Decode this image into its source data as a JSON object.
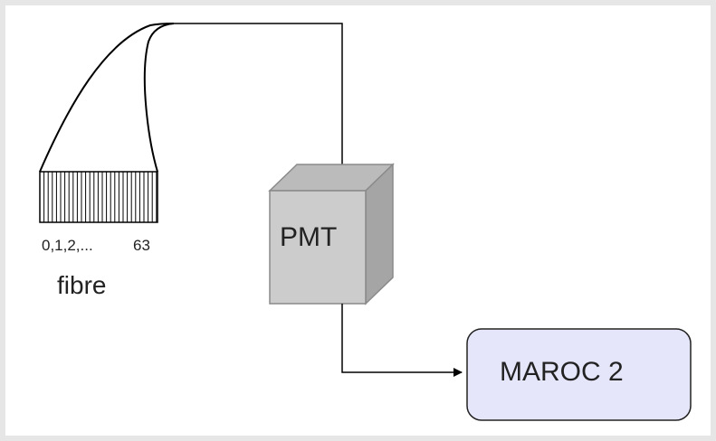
{
  "diagram": {
    "fibre_indices_label": "0,1,2,...",
    "fibre_last_index_label": "63",
    "fibre_label": "fibre",
    "pmt_label": "PMT",
    "maroc_label": "MAROC 2"
  },
  "colors": {
    "background": "#ffffff",
    "frame": "#e6e6e6",
    "pmt_front": "#cccccc",
    "pmt_top": "#bbbbbb",
    "pmt_side": "#a5a5a5",
    "pmt_stroke": "#8a8a8a",
    "maroc_fill": "#e6e6fb",
    "maroc_stroke": "#222222",
    "line": "#000000",
    "text": "#222222"
  }
}
